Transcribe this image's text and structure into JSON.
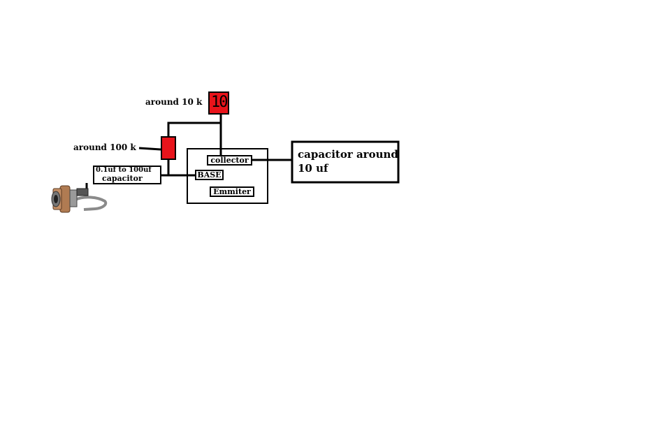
{
  "resistor_top": {
    "label": "around 10 k",
    "marking": "10"
  },
  "resistor_left": {
    "label": "around 100 k"
  },
  "input_capacitor": {
    "line1": "0.1uf to 100uf",
    "line2": "capacitor"
  },
  "transistor": {
    "collector": "collector",
    "base": "BASE",
    "emitter": "Emmiter"
  },
  "output_capacitor": {
    "line1": "capacitor around",
    "line2": "10 uf"
  },
  "colors": {
    "resistor": "#e8141b",
    "wire": "#000000",
    "jack_metal": "#8a8a8a",
    "jack_brass": "#b07b52"
  }
}
